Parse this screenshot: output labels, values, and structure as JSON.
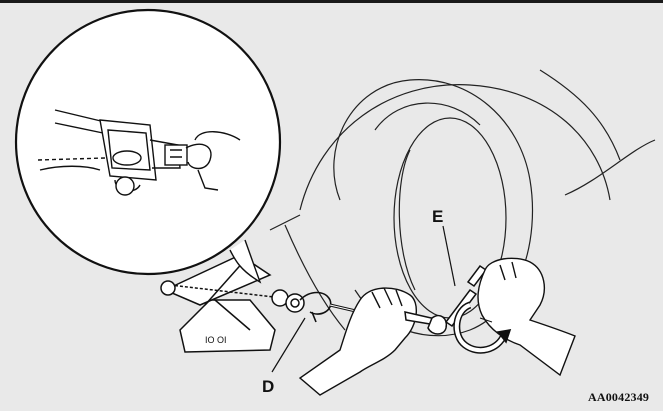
{
  "callouts": {
    "e": "E",
    "d": "D"
  },
  "figure_code": "AA0042349",
  "colors": {
    "background": "#e9e9e9",
    "line": "#111111",
    "fill": "#ffffff"
  },
  "icons": [
    "jack-icon",
    "wrench-icon",
    "wheel-icon",
    "hand-icon",
    "rotation-arrow-icon",
    "hook-icon"
  ]
}
